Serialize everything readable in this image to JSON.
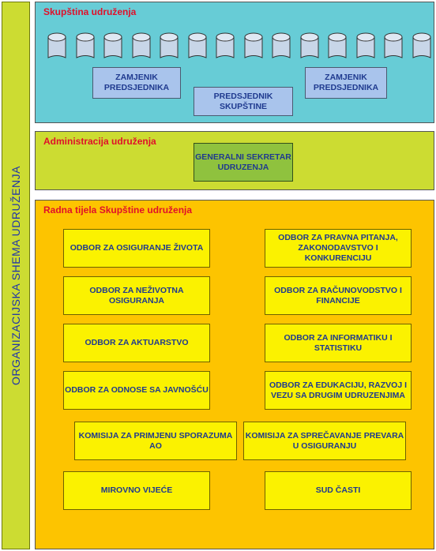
{
  "side_label": "ORGANIZACIJSKA SHEMA UDRUŽENJA",
  "assembly": {
    "title": "Skupština udruženja",
    "seat_count": 14,
    "deputy_left": "ZAMJENIK PREDSJEDNIKA",
    "president": "PREDSJEDNIK SKUPŠTINE",
    "deputy_right": "ZAMJENIK PREDSJEDNIKA"
  },
  "administration": {
    "title": "Administracija udruženja",
    "secretary": "GENERALNI SEKRETAR UDRUZENJA"
  },
  "working_bodies": {
    "title": "Radna tijela Skupštine udruženja",
    "committees": [
      "ODBOR  ZA OSIGURANJE ŽIVOTA",
      "ODBOR ZA PRAVNA PITANJA, ZAKONODAVSTVO I KONKURENCIJU",
      "ODBOR ZA NEŽIVOTNA OSIGURANJA",
      "ODBOR ZA RAČUNOVODSTVO I FINANCIJE",
      "ODBOR ZA AKTUARSTVO",
      "ODBOR ZA INFORMATIKU I STATISTIKU",
      "ODBOR ZA ODNOSE SA JAVNOŠĆU",
      "ODBOR ZA EDUKACIJU, RAZVOJ I VEZU SA DRUGIM UDRUZENJIMA",
      "KOMISIJA ZA PRIMJENU SPORAZUMA  AO",
      "KOMISIJA ZA SPREČAVANJE PREVARA U OSIGURANJU",
      "MIROVNO VIJEĆE",
      "SUD ČASTI"
    ]
  },
  "colors": {
    "assembly_bg": "#67ccd6",
    "admin_bg": "#ccdc32",
    "bodies_bg": "#fdc400",
    "box_yellow": "#fbf200",
    "title_red": "#e0102a",
    "text_blue": "#1f3a8f"
  }
}
